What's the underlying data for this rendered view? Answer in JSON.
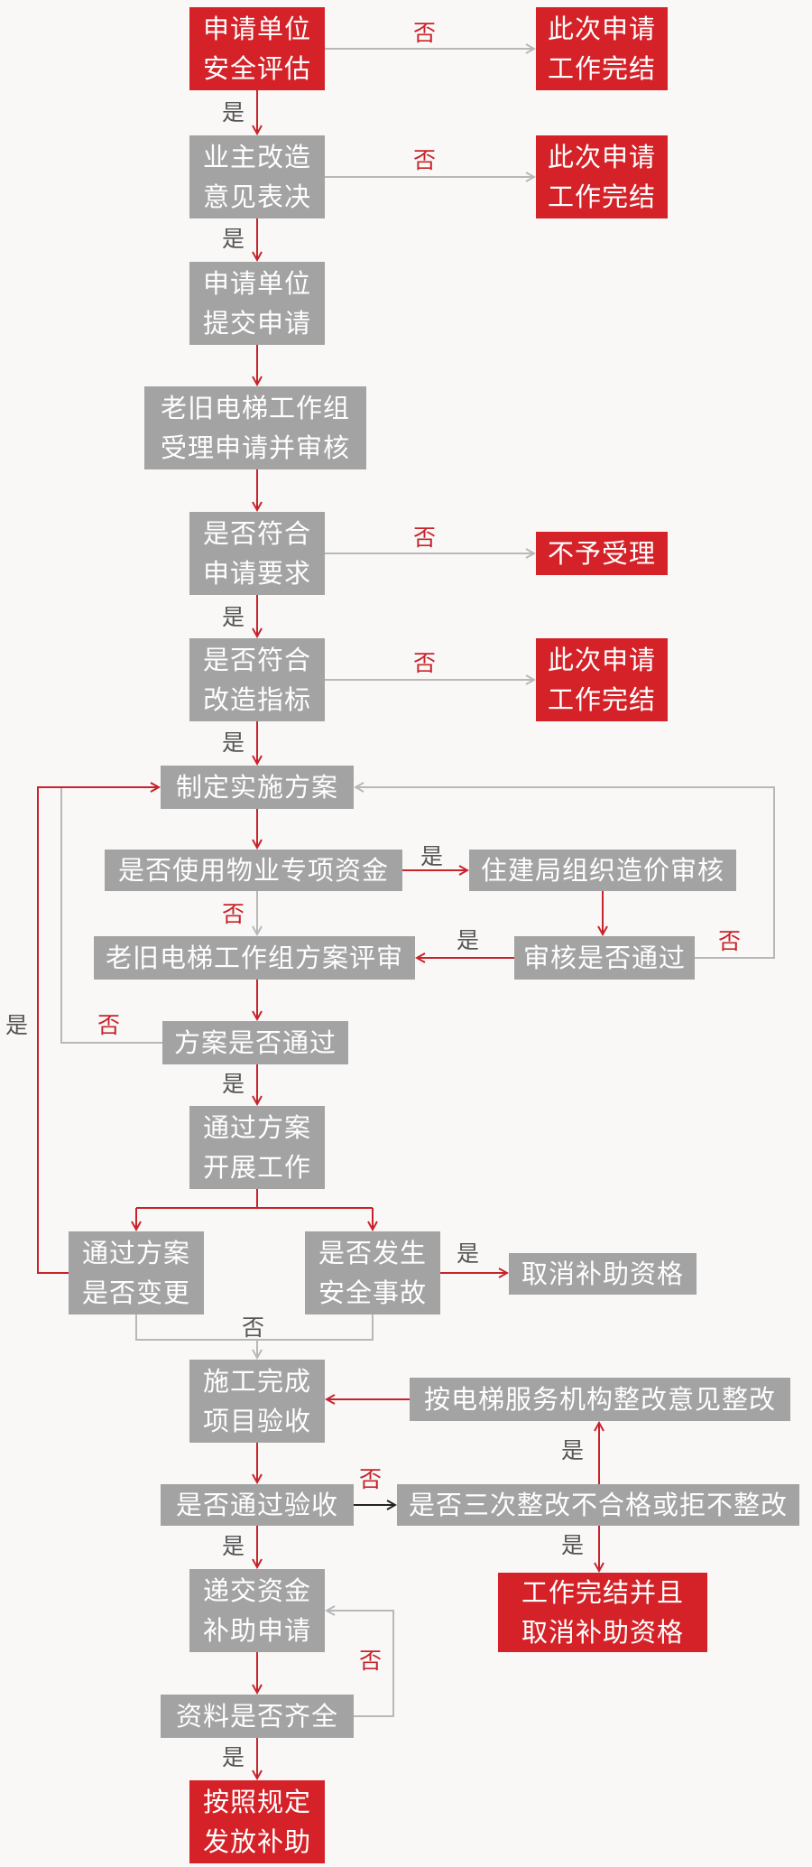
{
  "nodes": {
    "assess": "申请单位\n安全评估",
    "done1": "此次申请\n工作完结",
    "vote": "业主改造\n意见表决",
    "done2": "此次申请\n工作完结",
    "submit": "申请单位\n提交申请",
    "group_review": "老旧电梯工作组\n受理申请并审核",
    "meets_req": "是否符合\n申请要求",
    "reject": "不予受理",
    "meets_idx": "是否符合\n改造指标",
    "done3": "此次申请\n工作完结",
    "plan": "制定实施方案",
    "use_fund": "是否使用物业专项资金",
    "cost_review": "住建局组织造价审核",
    "plan_review": "老旧电梯工作组方案评审",
    "audit_pass": "审核是否通过",
    "plan_pass": "方案是否通过",
    "start_work": "通过方案\n开展工作",
    "plan_change": "通过方案\n是否变更",
    "accident": "是否发生\n安全事故",
    "cancel": "取消补助资格",
    "accept": "施工完成\n项目验收",
    "rectify": "按电梯服务机构整改意见整改",
    "pass_check": "是否通过验收",
    "thrice": "是否三次整改不合格或拒不整改",
    "finish_cancel": "工作完结并且\n取消补助资格",
    "funding": "递交资金\n补助申请",
    "docs": "资料是否齐全",
    "grant": "按照规定\n发放补助"
  },
  "labels": {
    "yes": "是",
    "no": "否"
  },
  "colors": {
    "gray_box": "#a3a3a3",
    "red_box": "#d42228",
    "red_line": "#c8232a",
    "gray_line": "#b8b8b8",
    "background": "#f9f8f7"
  }
}
